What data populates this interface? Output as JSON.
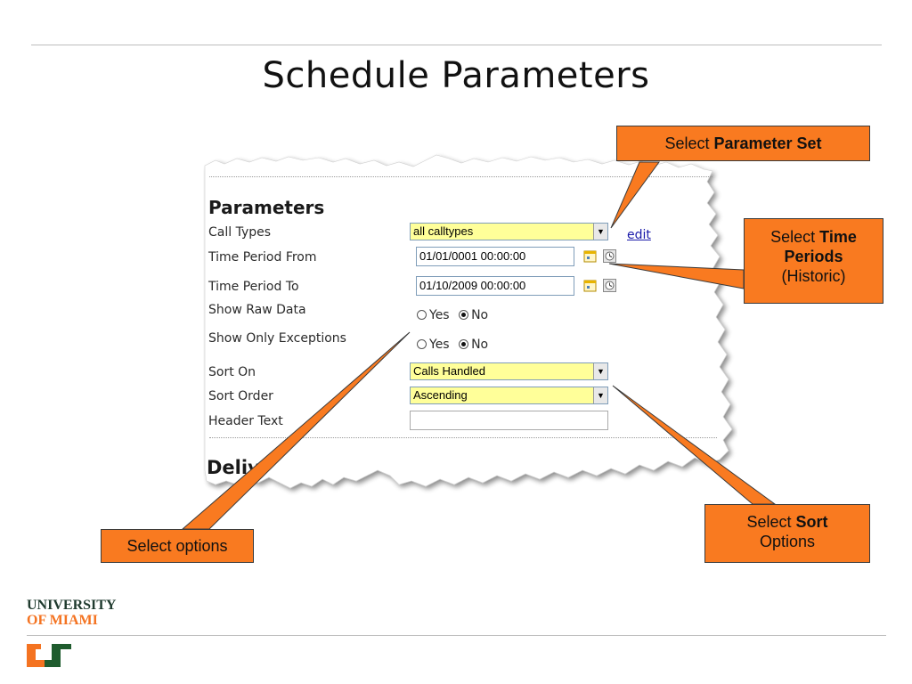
{
  "slide": {
    "title": "Schedule Parameters"
  },
  "panel": {
    "section_title": "Parameters",
    "rows": {
      "call_types": {
        "label": "Call Types",
        "value": "all calltypes",
        "edit_link": "edit"
      },
      "time_from": {
        "label": "Time Period From",
        "value": "01/01/0001 00:00:00"
      },
      "time_to": {
        "label": "Time Period To",
        "value": "01/10/2009 00:00:00"
      },
      "show_raw": {
        "label": "Show Raw Data",
        "yes": "Yes",
        "no": "No",
        "selected": "No"
      },
      "show_exceptions": {
        "label": "Show Only Exceptions",
        "yes": "Yes",
        "no": "No",
        "selected": "No"
      },
      "sort_on": {
        "label": "Sort On",
        "value": "Calls Handled"
      },
      "sort_order": {
        "label": "Sort Order",
        "value": "Ascending"
      },
      "header_text": {
        "label": "Header Text",
        "value": ""
      }
    },
    "next_section_partial": "Deliv",
    "dropdown_arrow": "▼"
  },
  "callouts": {
    "parameter_set": {
      "prefix": "Select ",
      "bold": "Parameter Set"
    },
    "time_periods": {
      "prefix": "Select ",
      "bold": "Time Periods",
      "suffix": "(Historic)"
    },
    "sort": {
      "prefix": "Select ",
      "bold": "Sort",
      "suffix": "Options"
    },
    "options": {
      "text": "Select options"
    }
  },
  "logo": {
    "line1": "UNIVERSITY",
    "line2": "OF MIAMI"
  },
  "colors": {
    "callout_orange": "#f97a20",
    "highlight_yellow": "#ffff99",
    "miami_green": "#1f5c2e",
    "miami_orange": "#f47321"
  }
}
